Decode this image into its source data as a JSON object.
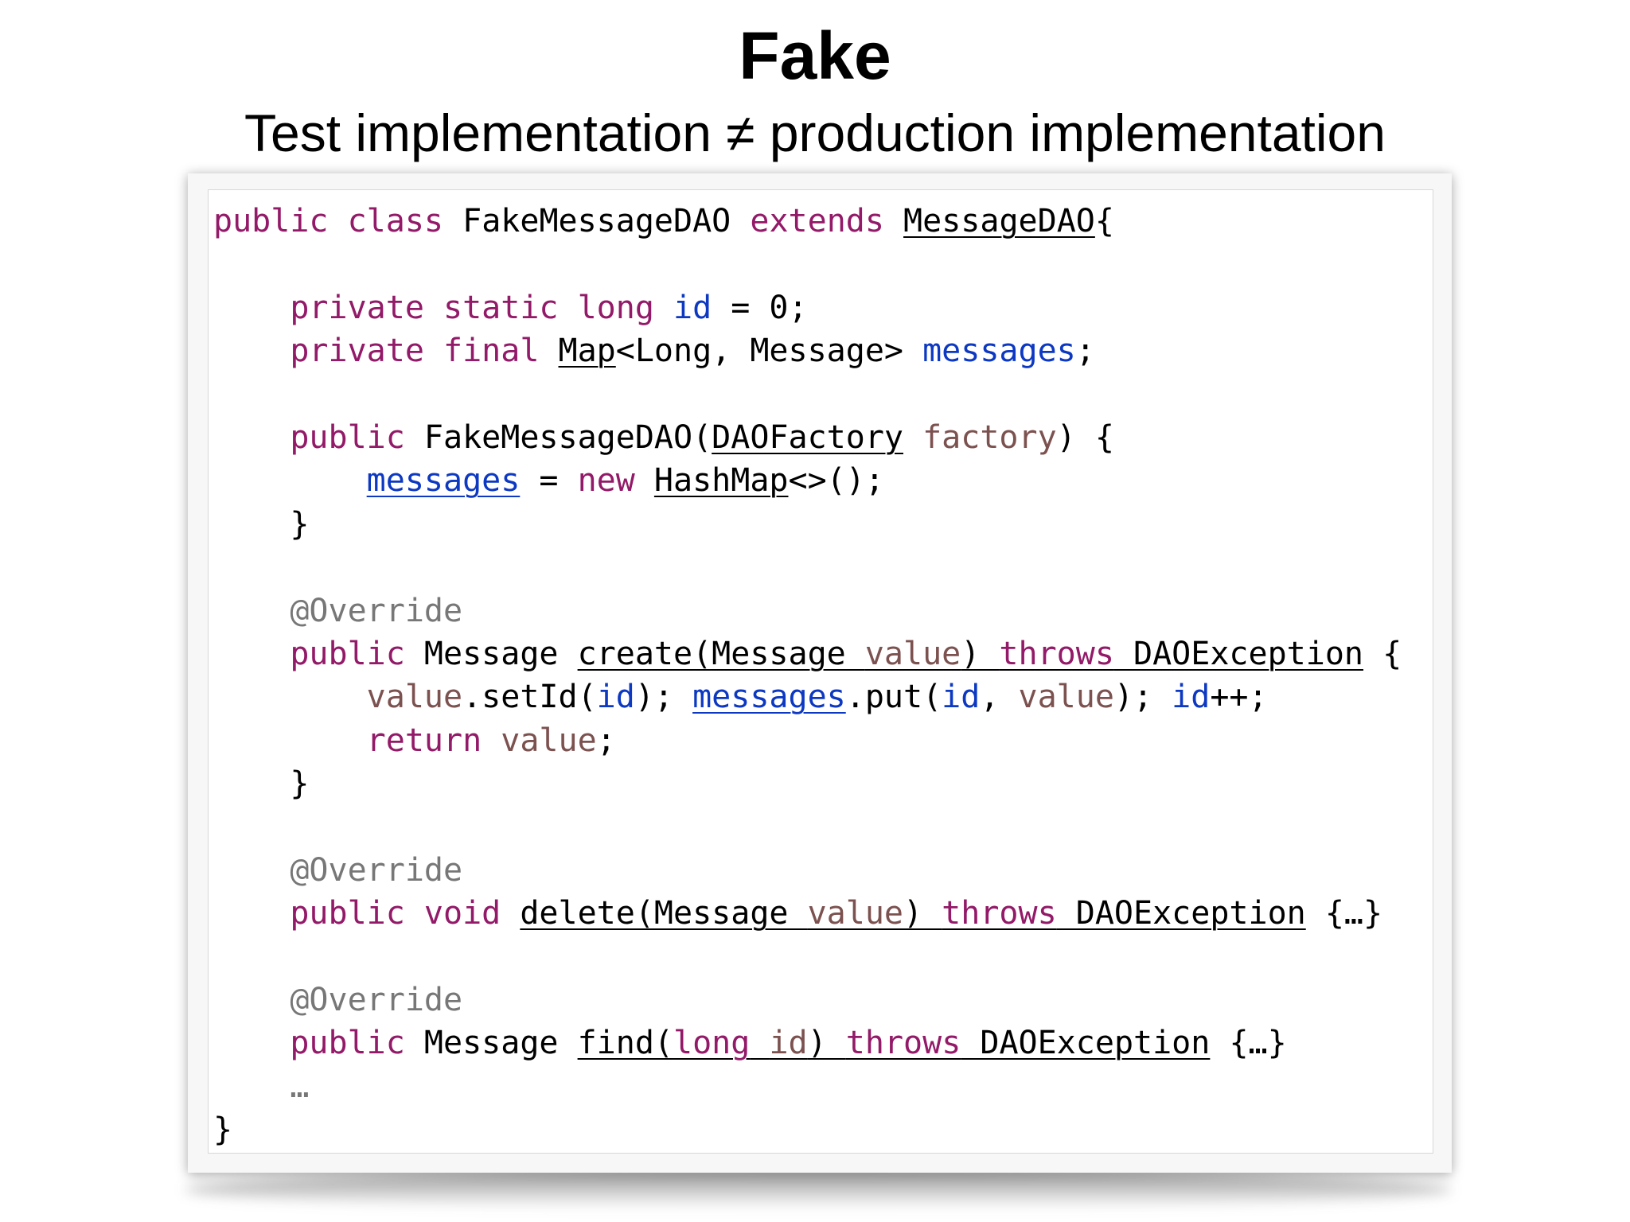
{
  "slide": {
    "title": "Fake",
    "subtitle": "Test implementation ≠ production implementation"
  },
  "code": {
    "l1": {
      "public": "public",
      "class": "class",
      "name": "FakeMessageDAO",
      "extends": "extends",
      "parent": "MessageDAO",
      "brace": "{"
    },
    "l3": {
      "private": "private",
      "static": "static",
      "long": "long",
      "id": "id",
      "rest": " = 0;"
    },
    "l4": {
      "private": "private",
      "final": "final",
      "map": "Map",
      "generic": "<Long, Message> ",
      "messages": "messages",
      "semi": ";"
    },
    "l6": {
      "public": "public",
      "ctor": "FakeMessageDAO(",
      "factory_type": "DAOFactory",
      "factory": "factory",
      "rest": ") {"
    },
    "l7": {
      "messages": "messages",
      "assign": " = ",
      "new": "new",
      "hashmap": "HashMap",
      "rest": "<>();"
    },
    "l8": {
      "brace": "}"
    },
    "l10": {
      "annotation": "@Override"
    },
    "l11": {
      "public": "public",
      "type": "Message",
      "sig_start": "create(Message ",
      "value": "value",
      "paren": ") ",
      "throws": "throws",
      "exc": " DAOException",
      "brace": " {"
    },
    "l12": {
      "value1": "value",
      "set": ".setId(",
      "id1": "id",
      "close1": "); ",
      "messages": "messages",
      "put": ".put(",
      "id2": "id",
      "comma": ", ",
      "value2": "value",
      "close2": "); ",
      "id3": "id",
      "inc": "++;"
    },
    "l13": {
      "return": "return",
      "value": "value",
      "semi": ";"
    },
    "l14": {
      "brace": "}"
    },
    "l16": {
      "annotation": "@Override"
    },
    "l17": {
      "public": "public",
      "void": "void",
      "sig_start": "delete(Message ",
      "value": "value",
      "paren": ") ",
      "throws": "throws",
      "exc": " DAOException",
      "body": " {…}"
    },
    "l19": {
      "annotation": "@Override"
    },
    "l20": {
      "public": "public",
      "type": "Message",
      "sig_start": "find(",
      "long": "long",
      "space": " ",
      "id": "id",
      "paren": ") ",
      "throws": "throws",
      "exc": " DAOException",
      "body": " {…}"
    },
    "l21": {
      "ellipsis": "…"
    },
    "l22": {
      "brace": "}"
    }
  }
}
